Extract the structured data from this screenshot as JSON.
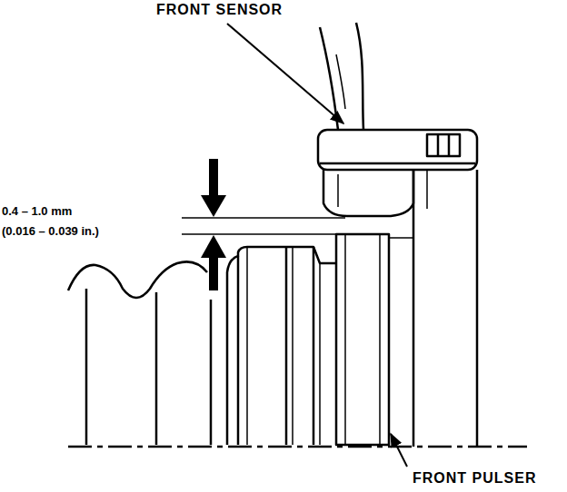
{
  "diagram": {
    "labels": [
      "FRONT SENSOR",
      "0.4 – 1.0 mm",
      "(0.016 – 0.039 in.)",
      "FRONT PULSER"
    ]
  }
}
